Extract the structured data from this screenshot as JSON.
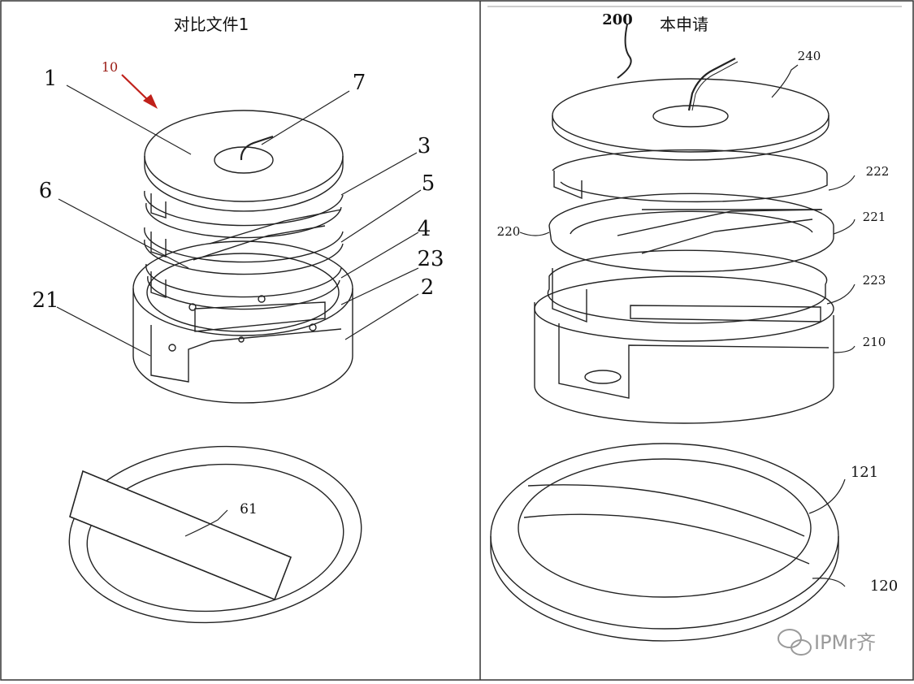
{
  "left_panel": {
    "title": "对比文件1",
    "arrow_label": "10",
    "arrow_color": "#c0201a",
    "labels": {
      "l1": "1",
      "l7": "7",
      "l3": "3",
      "l5": "5",
      "l6": "6",
      "l4": "4",
      "l23": "23",
      "l21": "21",
      "l2": "2",
      "l61": "61"
    }
  },
  "right_panel": {
    "title": "本申请",
    "labels": {
      "l200": "200",
      "l240": "240",
      "l222": "222",
      "l221": "221",
      "l220": "220",
      "l223": "223",
      "l210": "210",
      "l121": "121",
      "l120": "120"
    }
  },
  "watermark": {
    "text": "IPMr齐",
    "icon": "wechat-icon"
  }
}
